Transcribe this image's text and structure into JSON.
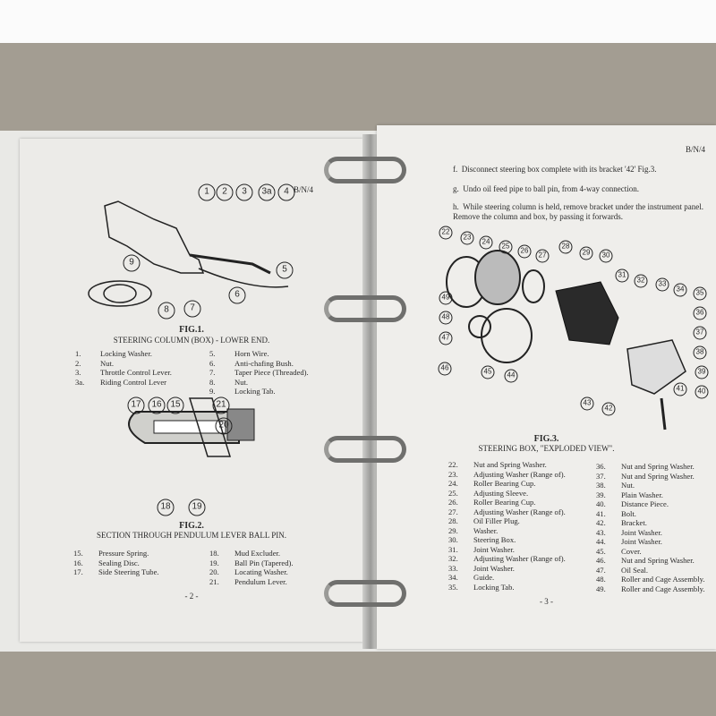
{
  "left_page": {
    "code": "B/N/4",
    "fig1": {
      "title": "FIG.1.",
      "subtitle": "STEERING COLUMN (BOX) - LOWER END.",
      "callouts": [
        "1",
        "2",
        "3",
        "3a",
        "4",
        "5",
        "6",
        "7",
        "8",
        "9"
      ],
      "items_left": [
        {
          "n": "1.",
          "t": "Locking Washer."
        },
        {
          "n": "2.",
          "t": "Nut."
        },
        {
          "n": "3.",
          "t": "Throttle Control Lever."
        },
        {
          "n": "3a.",
          "t": "Riding Control Lever"
        }
      ],
      "items_right": [
        {
          "n": "5.",
          "t": "Horn Wire."
        },
        {
          "n": "6.",
          "t": "Anti-chafing Bush."
        },
        {
          "n": "7.",
          "t": "Taper Piece (Threaded)."
        },
        {
          "n": "8.",
          "t": "Nut."
        },
        {
          "n": "9.",
          "t": "Locking Tab."
        }
      ]
    },
    "fig2": {
      "title": "FIG.2.",
      "subtitle": "SECTION THROUGH PENDULUM LEVER BALL PIN.",
      "callouts": [
        "17",
        "16",
        "15",
        "21",
        "20",
        "18",
        "19"
      ],
      "items_left": [
        {
          "n": "15.",
          "t": "Pressure Spring."
        },
        {
          "n": "16.",
          "t": "Sealing Disc."
        },
        {
          "n": "17.",
          "t": "Side Steering Tube."
        }
      ],
      "items_right": [
        {
          "n": "18.",
          "t": "Mud Excluder."
        },
        {
          "n": "19.",
          "t": "Ball Pin (Tapered)."
        },
        {
          "n": "20.",
          "t": "Locating Washer."
        },
        {
          "n": "21.",
          "t": "Pendulum Lever."
        }
      ]
    },
    "page_number": "- 2 -"
  },
  "right_page": {
    "code": "B/N/4",
    "steps": [
      {
        "n": "f.",
        "t": "Disconnect steering box complete with its bracket '42' Fig.3."
      },
      {
        "n": "g.",
        "t": "Undo oil feed pipe to  ball pin, from 4-way connection."
      },
      {
        "n": "h.",
        "t": "While steering column is held, remove bracket under the instrument panel. Remove the column and box, by passing it forwards."
      }
    ],
    "fig3": {
      "title": "FIG.3.",
      "subtitle": "STEERING BOX, \"EXPLODED VIEW\".",
      "callouts": [
        "22",
        "23",
        "24",
        "25",
        "26",
        "27",
        "28",
        "29",
        "30",
        "31",
        "32",
        "33",
        "34",
        "35",
        "36",
        "37",
        "38",
        "39",
        "40",
        "41",
        "42",
        "43",
        "44",
        "45",
        "46",
        "47",
        "48",
        "49"
      ],
      "items_left": [
        {
          "n": "22.",
          "t": "Nut and Spring Washer."
        },
        {
          "n": "23.",
          "t": "Adjusting Washer (Range of)."
        },
        {
          "n": "24.",
          "t": "Roller Bearing Cup."
        },
        {
          "n": "25.",
          "t": "Adjusting Sleeve."
        },
        {
          "n": "26.",
          "t": "Roller Bearing Cup."
        },
        {
          "n": "27.",
          "t": "Adjusting Washer (Range of)."
        },
        {
          "n": "28.",
          "t": "Oil Filler Plug."
        },
        {
          "n": "29.",
          "t": "Washer."
        },
        {
          "n": "30.",
          "t": "Steering Box."
        },
        {
          "n": "31.",
          "t": "Joint Washer."
        },
        {
          "n": "32.",
          "t": "Adjusting Washer (Range of)."
        },
        {
          "n": "33.",
          "t": "Joint Washer."
        },
        {
          "n": "34.",
          "t": "Guide."
        },
        {
          "n": "35.",
          "t": "Locking Tab."
        }
      ],
      "items_right": [
        {
          "n": "36.",
          "t": "Nut and Spring Washer."
        },
        {
          "n": "37.",
          "t": "Nut and Spring Washer."
        },
        {
          "n": "38.",
          "t": "Nut."
        },
        {
          "n": "39.",
          "t": "Plain Washer."
        },
        {
          "n": "40.",
          "t": "Distance Piece."
        },
        {
          "n": "41.",
          "t": "Bolt."
        },
        {
          "n": "42.",
          "t": "Bracket."
        },
        {
          "n": "43.",
          "t": "Joint Washer."
        },
        {
          "n": "44.",
          "t": "Joint Washer."
        },
        {
          "n": "45.",
          "t": "Cover."
        },
        {
          "n": "46.",
          "t": "Nut and Spring Washer."
        },
        {
          "n": "47.",
          "t": "Oil Seal."
        },
        {
          "n": "48.",
          "t": "Roller and Cage Assembly."
        },
        {
          "n": "49.",
          "t": "Roller and Cage Assembly."
        }
      ]
    },
    "page_number": "- 3 -"
  }
}
